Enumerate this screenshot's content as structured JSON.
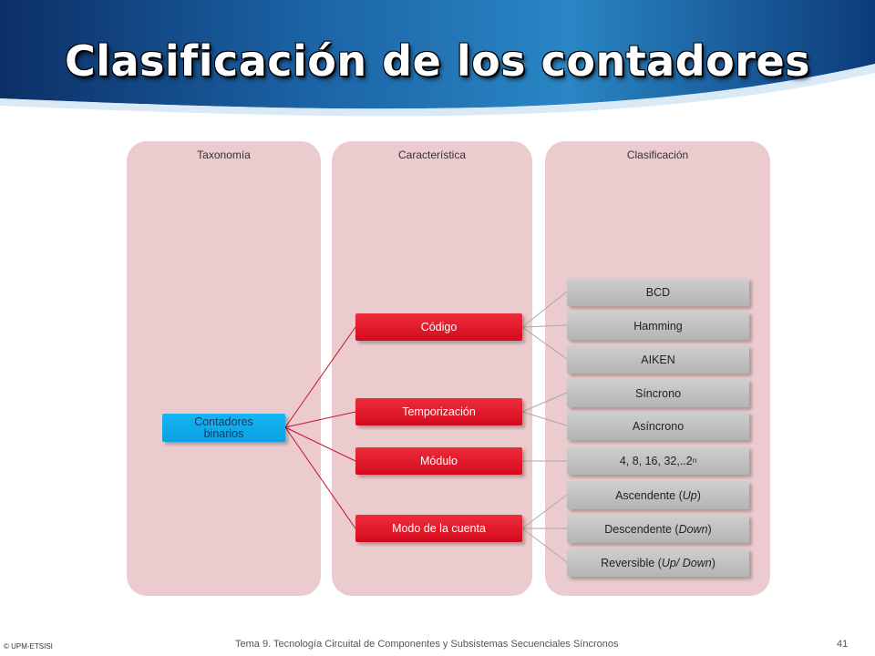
{
  "title": "Clasificación de los contadores",
  "columns": [
    "Taxonomía",
    "Característica",
    "Clasificación"
  ],
  "root": {
    "line1": "Contadores",
    "line2": "binarios"
  },
  "characteristics": [
    "Código",
    "Temporización",
    "Módulo",
    "Modo de la cuenta"
  ],
  "classifications": {
    "codigo": [
      "BCD",
      "Hamming",
      "AIKEN"
    ],
    "temporizacion": [
      "Síncrono",
      "Asíncrono"
    ],
    "modulo": {
      "text": "4, 8, 16, 32,..2",
      "sup": "n"
    },
    "modo": [
      {
        "pre": "Ascendente (",
        "em": "Up",
        "post": ")"
      },
      {
        "pre": "Descendente (",
        "em": "Down",
        "post": ")"
      },
      {
        "pre": "Reversible (",
        "em": "Up/ Down",
        "post": ")"
      }
    ]
  },
  "footer": {
    "copyright": "© UPM-ETSISI",
    "course": "Tema 9. Tecnología Circuital de Componentes y Subsistemas Secuenciales Síncronos",
    "page": "41"
  },
  "colors": {
    "column_bg": "#ebcbcd",
    "characteristic": "#e0142a",
    "root": "#10aef0",
    "leaf": "#c2c2c2",
    "connector_red": "#c8102e",
    "connector_grey": "#a9a9a9"
  }
}
